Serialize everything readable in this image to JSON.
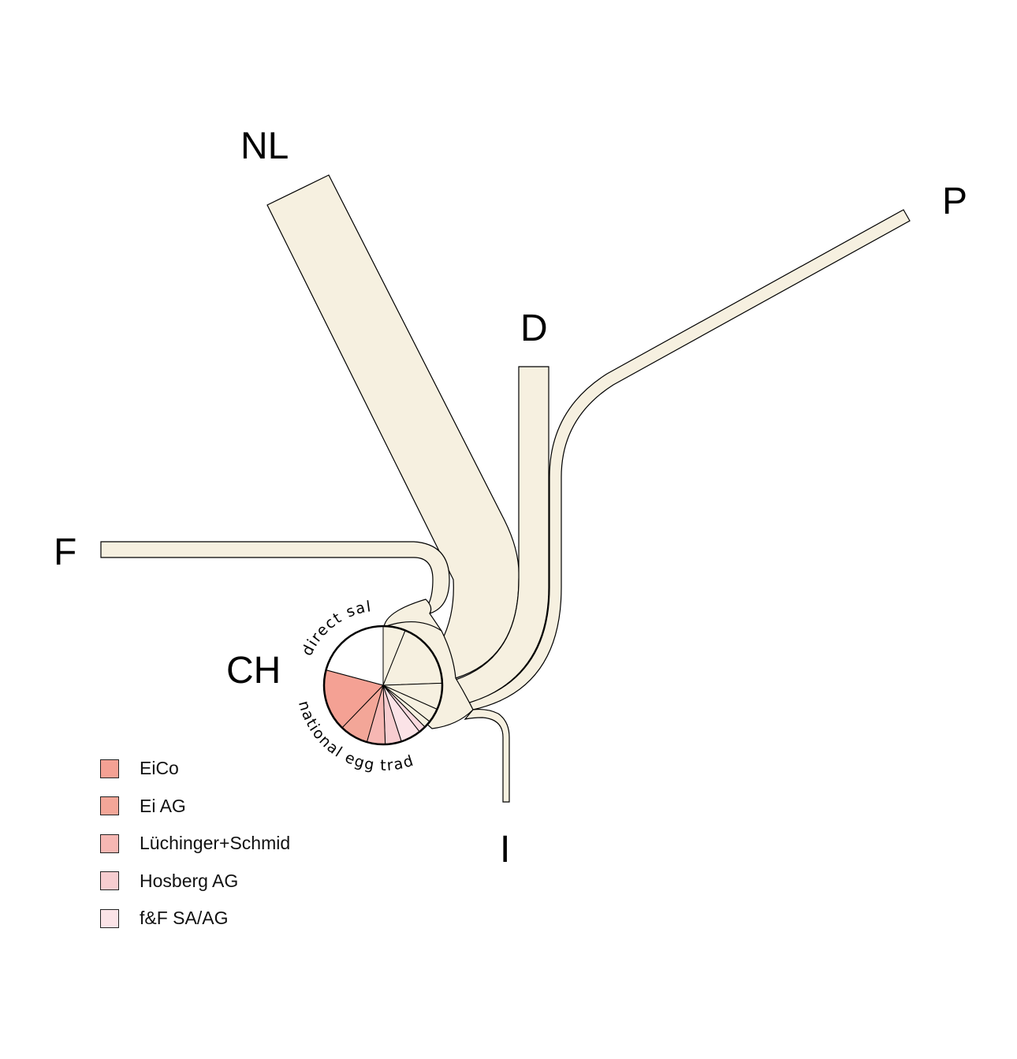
{
  "countries": {
    "nl": "NL",
    "p": "P",
    "d": "D",
    "f": "F",
    "ch": "CH",
    "i": "I"
  },
  "pie_labels": {
    "direct_sale": "direct sale",
    "national_egg_trade": "national egg trade"
  },
  "legend": [
    {
      "label": "EiCo",
      "color": "#f4a194"
    },
    {
      "label": "Ei AG",
      "color": "#f3a698"
    },
    {
      "label": "Lüchinger+Schmid",
      "color": "#f6b7b3"
    },
    {
      "label": "Hosberg AG",
      "color": "#f7cdd0"
    },
    {
      "label": "f&F SA/AG",
      "color": "#fbe3e7"
    }
  ],
  "colors": {
    "flow_fill": "#f6f0e0",
    "direct_sale_fill": "#ffffff"
  }
}
